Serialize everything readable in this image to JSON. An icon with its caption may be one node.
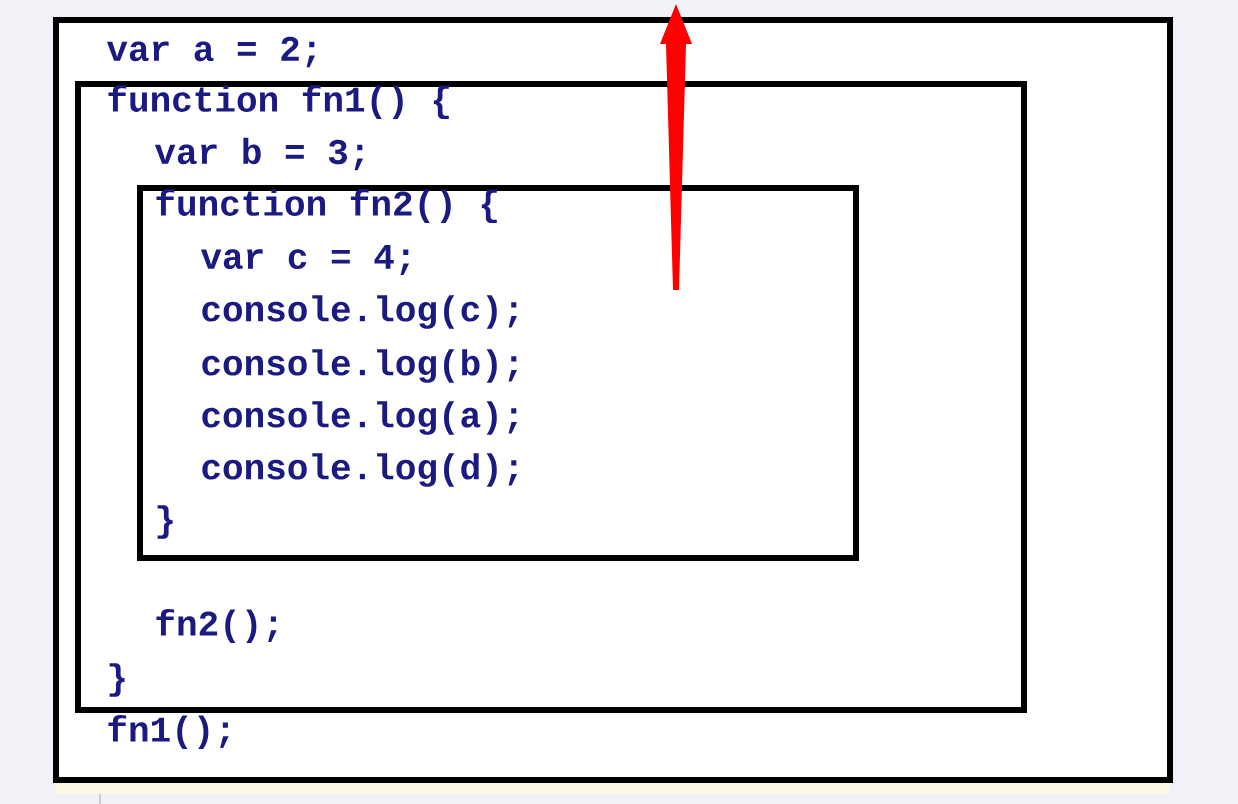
{
  "diagram": {
    "nodes": [
      {
        "text": [
          "var a = 2;",
          "fn1();"
        ]
      },
      {
        "text": [
          "function fn1() {",
          "var b = 3;",
          "fn2();",
          "}"
        ],
        "in": 0
      },
      {
        "text": [
          "function fn2() {",
          "var c = 4;",
          "console.log(c);",
          "console.log(b);",
          "console.log(a);",
          "console.log(d);",
          "}"
        ],
        "in": 1
      }
    ]
  }
}
